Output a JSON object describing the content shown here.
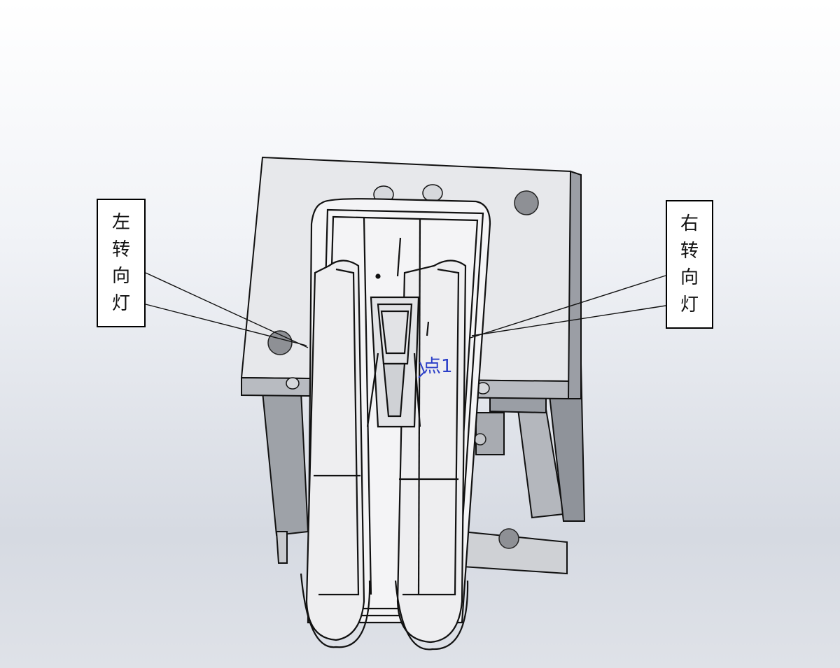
{
  "labels": {
    "left_turn_signal": [
      "左",
      "转",
      "向",
      "灯"
    ],
    "right_turn_signal": [
      "右",
      "转",
      "向",
      "灯"
    ],
    "point_marker": "点1"
  },
  "colors": {
    "plate": "#e8e8ea",
    "plate_side": "#b9bcc2",
    "edge": "#111111",
    "marker": "#2a3ec8"
  }
}
